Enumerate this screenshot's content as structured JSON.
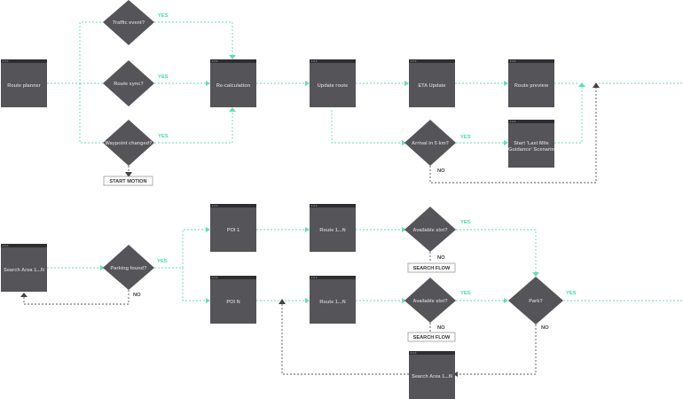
{
  "nodes": {
    "route_planner": "Route planner",
    "recalculation": "Re-calculation",
    "update_route": "Update route",
    "eta_update": "ETA Update",
    "route_preview": "Route preview",
    "last_mile": [
      "Start 'Last Mile",
      "Guidance' Scenario"
    ],
    "search_area_1": "Search Area 1...N",
    "poi_1": "POI 1",
    "poi_n": "POI N",
    "route_top": "Route 1...N",
    "route_bottom": "Route 1...N",
    "search_area_2": "Search Area 1...N"
  },
  "decisions": {
    "traffic_event": "Traffic event?",
    "route_sync": "Route sync?",
    "waypoint_changed": "Waypoint changed?",
    "arrival": "Arrival in 5 km?",
    "parking_found": "Parking found?",
    "available_slot_1": "Available slot?",
    "available_slot_2": "Available slot?",
    "park": "Park?"
  },
  "tags": {
    "start_motion": "START MOTION",
    "search_flow_1": "SEARCH FLOW",
    "search_flow_2": "SEARCH FLOW"
  },
  "labels": {
    "yes": "YES",
    "no": "NO"
  },
  "colors": {
    "box": "#555459",
    "flow_green": "#5fe0b5",
    "flow_dark": "#555555"
  }
}
